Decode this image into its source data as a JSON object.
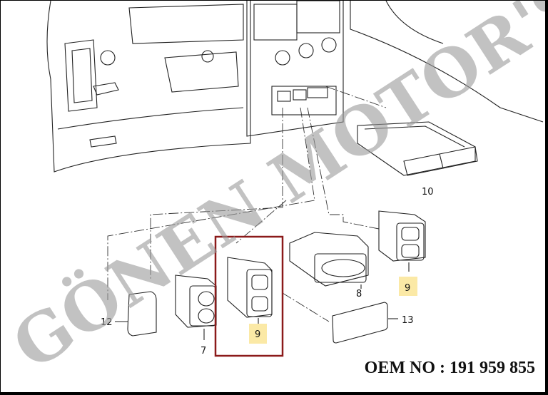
{
  "diagram": {
    "watermark": "GÖNEN MOTOR'S",
    "oem_label": "OEM NO : 191 959 855",
    "highlight_color": "#fbe9a6",
    "box_color": "#8b1a1a",
    "callouts": {
      "part_10": "10",
      "part_9_right": "9",
      "part_8": "8",
      "part_13": "13",
      "part_12": "12",
      "part_7": "7",
      "part_9_boxed": "9"
    }
  }
}
